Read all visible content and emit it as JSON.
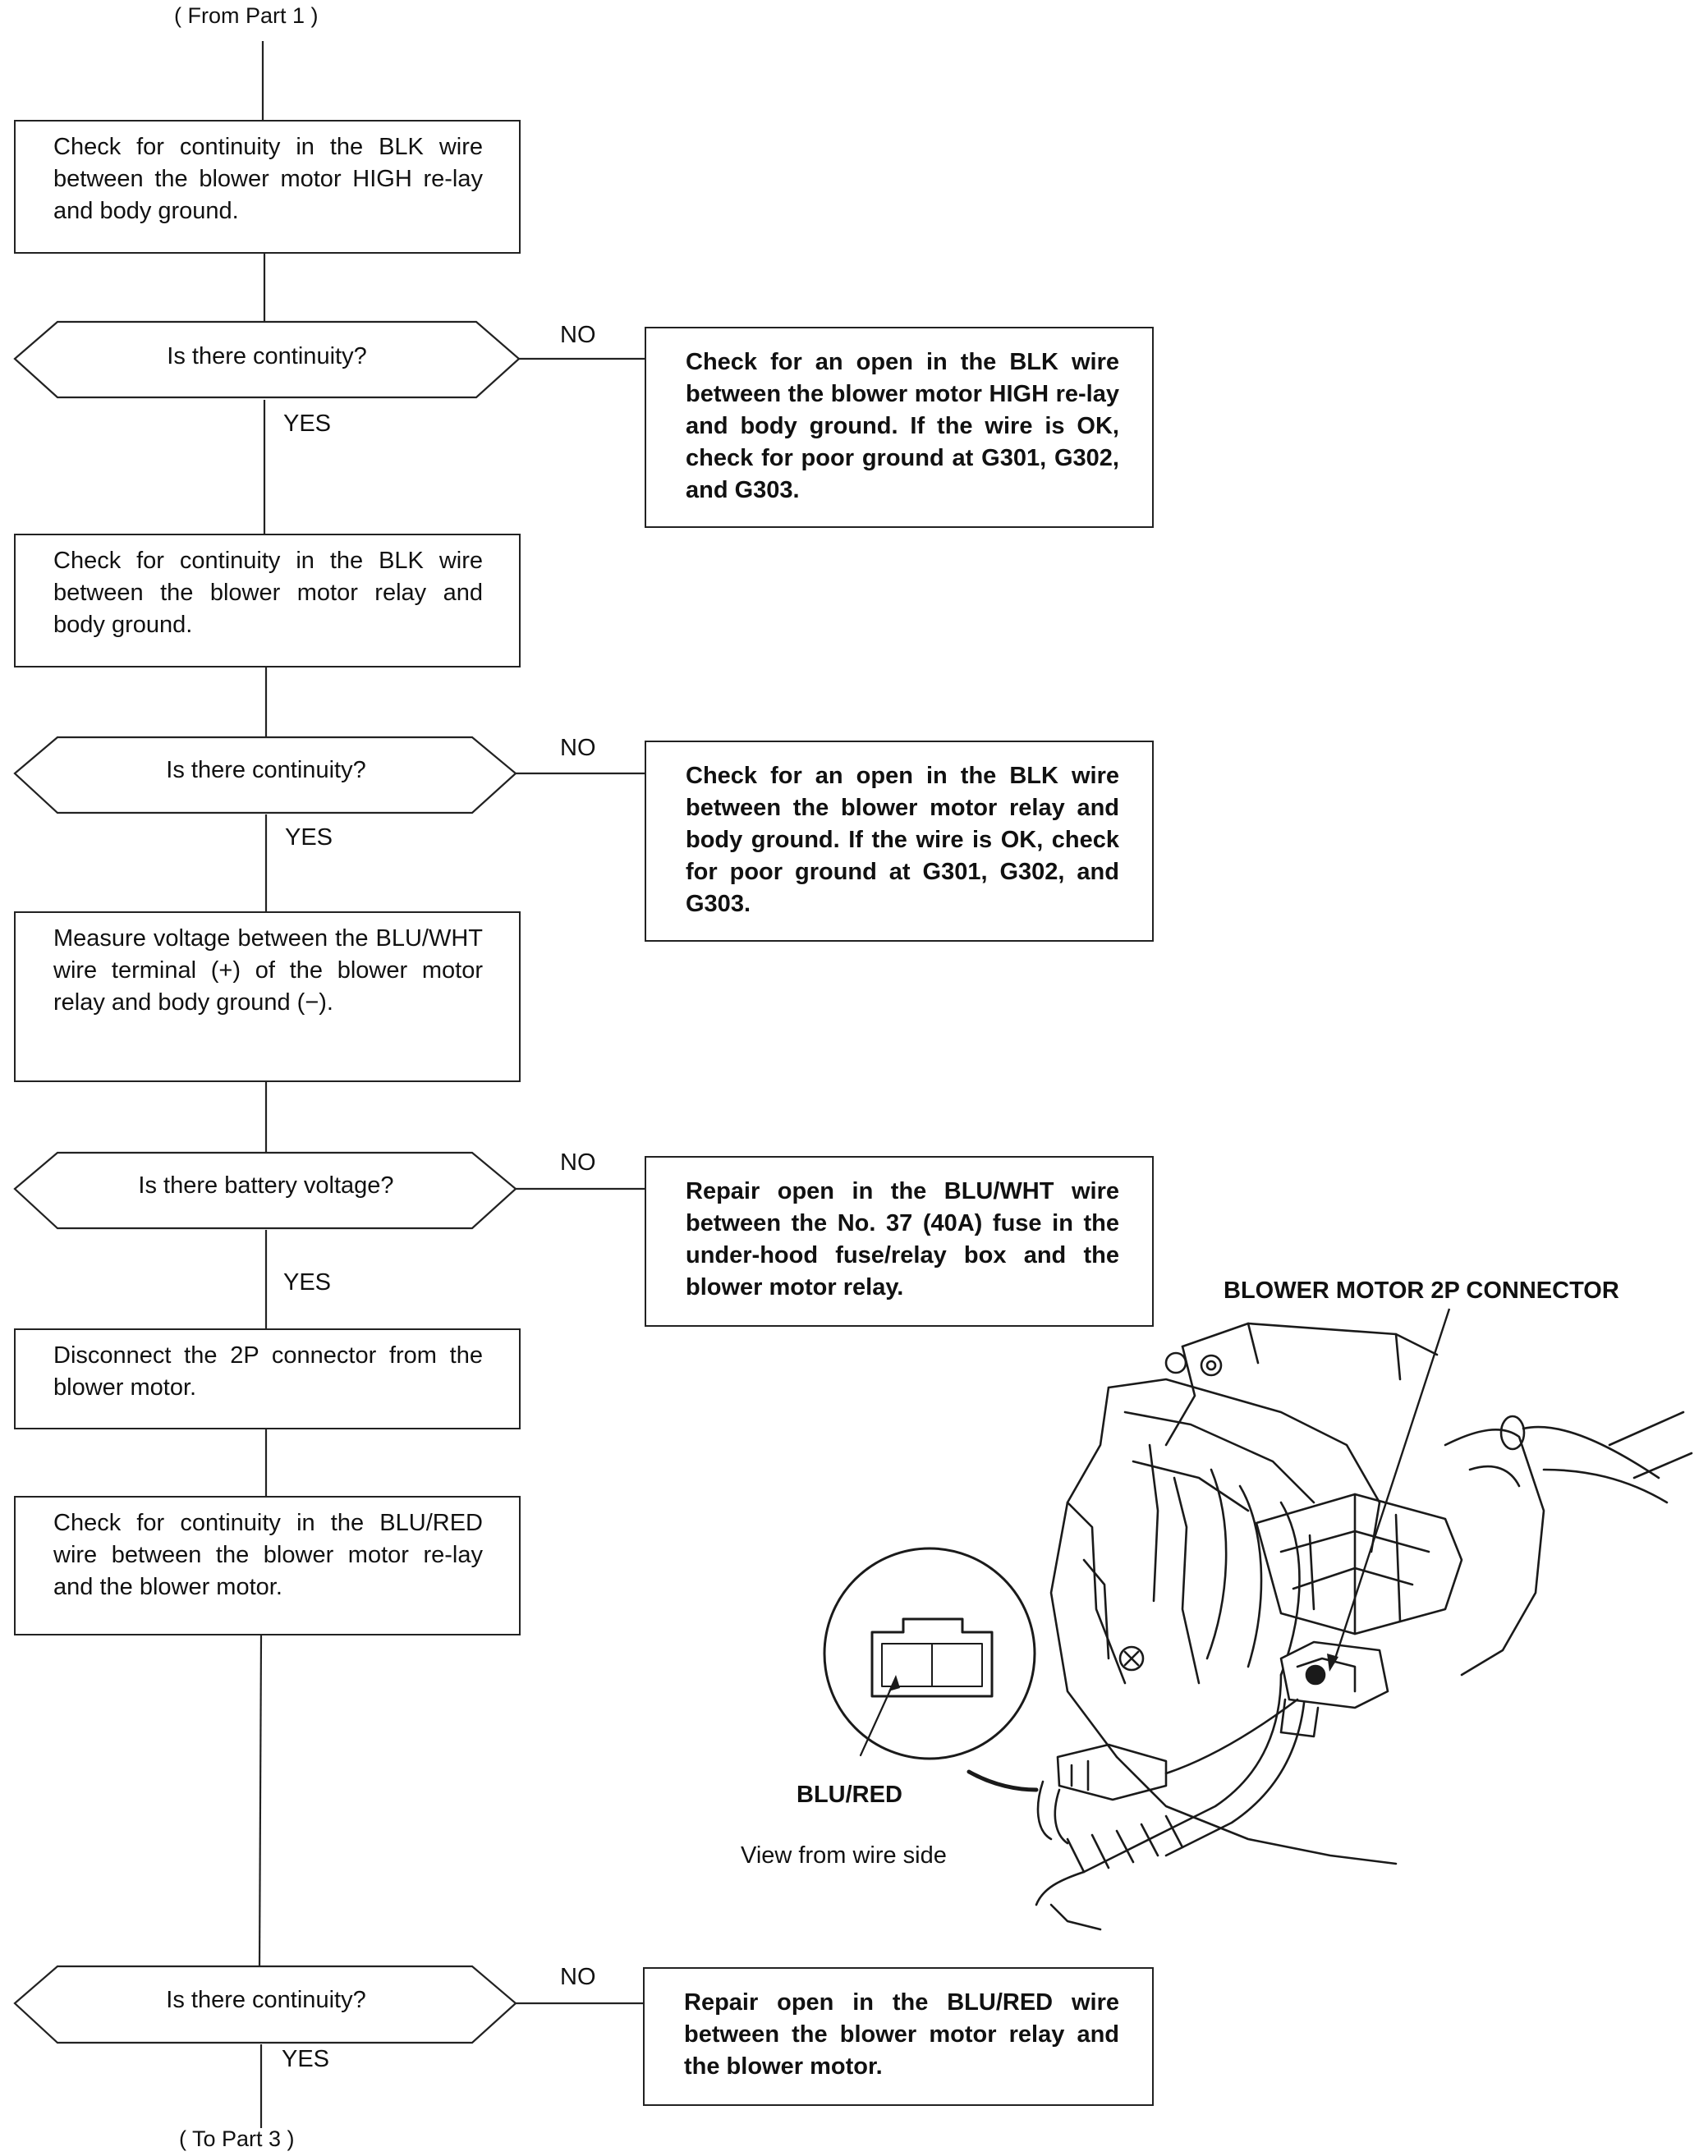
{
  "terminals": {
    "from": "( From Part 1 )",
    "to": "( To Part 3 )"
  },
  "steps": [
    {
      "text": "Check for continuity in the BLK wire between the blower motor HIGH re-lay and body ground."
    },
    {
      "text": "Check for continuity in the BLK wire between the blower motor relay and body ground."
    },
    {
      "text": "Measure voltage between the BLU/WHT wire terminal (+) of the blower motor relay and body ground (−)."
    },
    {
      "text": "Disconnect the 2P connector from the blower motor."
    },
    {
      "text": "Check for continuity in the BLU/RED wire between the blower motor re-lay and the blower motor."
    }
  ],
  "decisions": [
    {
      "question": "Is there continuity?",
      "yes_label": "YES",
      "no_label": "NO"
    },
    {
      "question": "Is there continuity?",
      "yes_label": "YES",
      "no_label": "NO"
    },
    {
      "question": "Is there battery voltage?",
      "yes_label": "YES",
      "no_label": "NO"
    },
    {
      "question": "Is there continuity?",
      "yes_label": "YES",
      "no_label": "NO"
    }
  ],
  "no_results": [
    {
      "text": "Check for an open in the BLK wire between the blower motor HIGH re-lay and body ground. If the wire is OK, check for poor ground at G301, G302, and G303."
    },
    {
      "text": "Check for an open in the BLK wire between the blower motor relay and body ground. If the wire is OK, check for poor ground at G301, G302, and G303."
    },
    {
      "text": "Repair open in the BLU/WHT wire between the No. 37 (40A) fuse in the under-hood fuse/relay box and the blower motor relay."
    },
    {
      "text": "Repair open in the BLU/RED wire between the blower motor relay and the blower motor."
    }
  ],
  "illustration": {
    "connector_label": "BLOWER MOTOR 2P CONNECTOR",
    "wire_label": "BLU/RED",
    "view_caption": "View from wire side"
  }
}
